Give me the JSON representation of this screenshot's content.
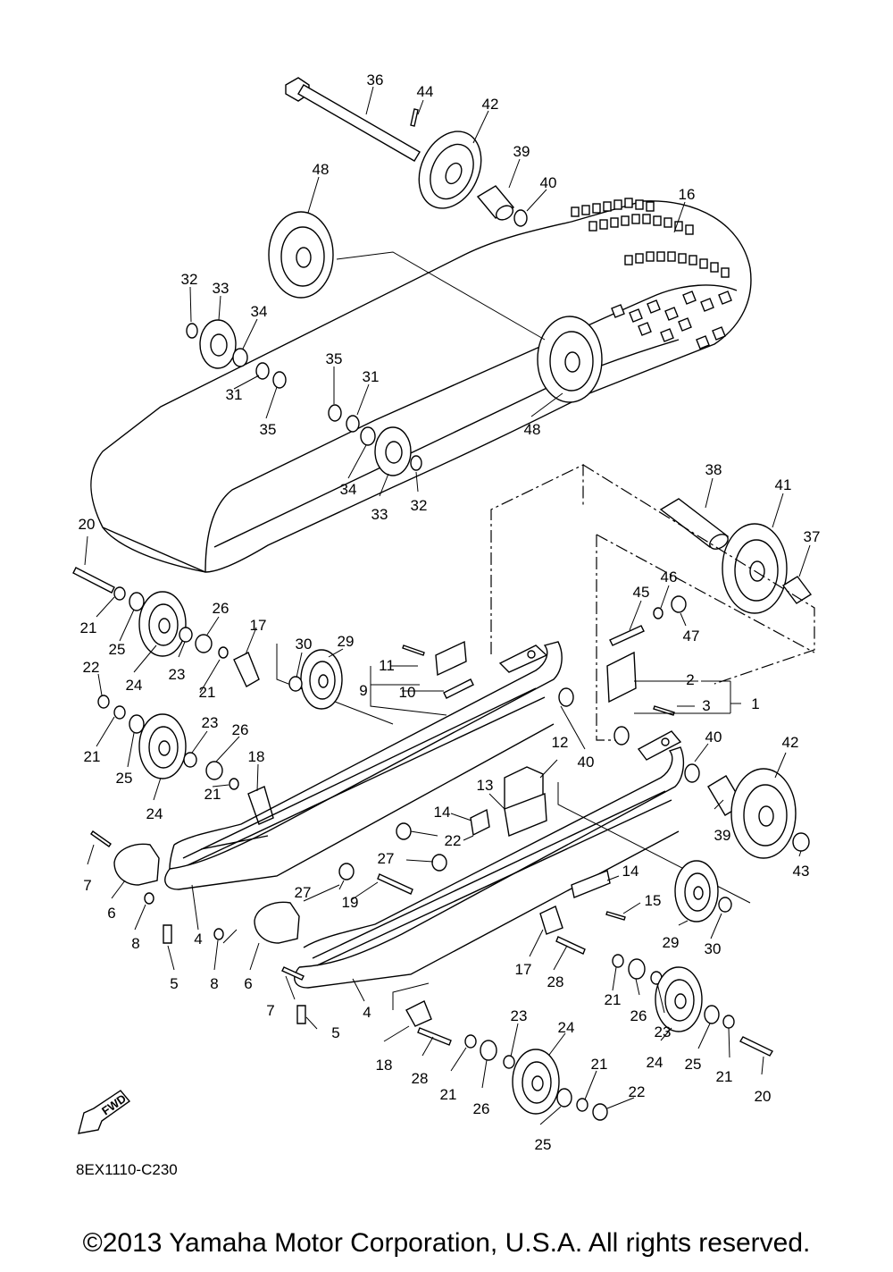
{
  "diagram_code": "8EX1110-C230",
  "fwd_label": "FWD",
  "copyright": "©2013 Yamaha Motor Corporation, U.S.A. All rights reserved.",
  "callouts": [
    "36",
    "44",
    "42",
    "39",
    "40",
    "48",
    "16",
    "32",
    "33",
    "34",
    "35",
    "31",
    "31",
    "35",
    "48",
    "34",
    "33",
    "32",
    "38",
    "41",
    "37",
    "20",
    "46",
    "45",
    "47",
    "21",
    "25",
    "26",
    "17",
    "30",
    "29",
    "11",
    "24",
    "23",
    "2",
    "22",
    "9",
    "10",
    "3",
    "1",
    "21",
    "23",
    "26",
    "40",
    "42",
    "21",
    "25",
    "18",
    "12",
    "40",
    "24",
    "13",
    "14",
    "22",
    "39",
    "43",
    "21",
    "7",
    "27",
    "14",
    "6",
    "19",
    "15",
    "27",
    "8",
    "29",
    "30",
    "4",
    "5",
    "8",
    "6",
    "17",
    "28",
    "21",
    "26",
    "23",
    "7",
    "4",
    "5",
    "23",
    "24",
    "25",
    "21",
    "18",
    "28",
    "21",
    "26",
    "24",
    "21",
    "22",
    "20",
    "25"
  ]
}
